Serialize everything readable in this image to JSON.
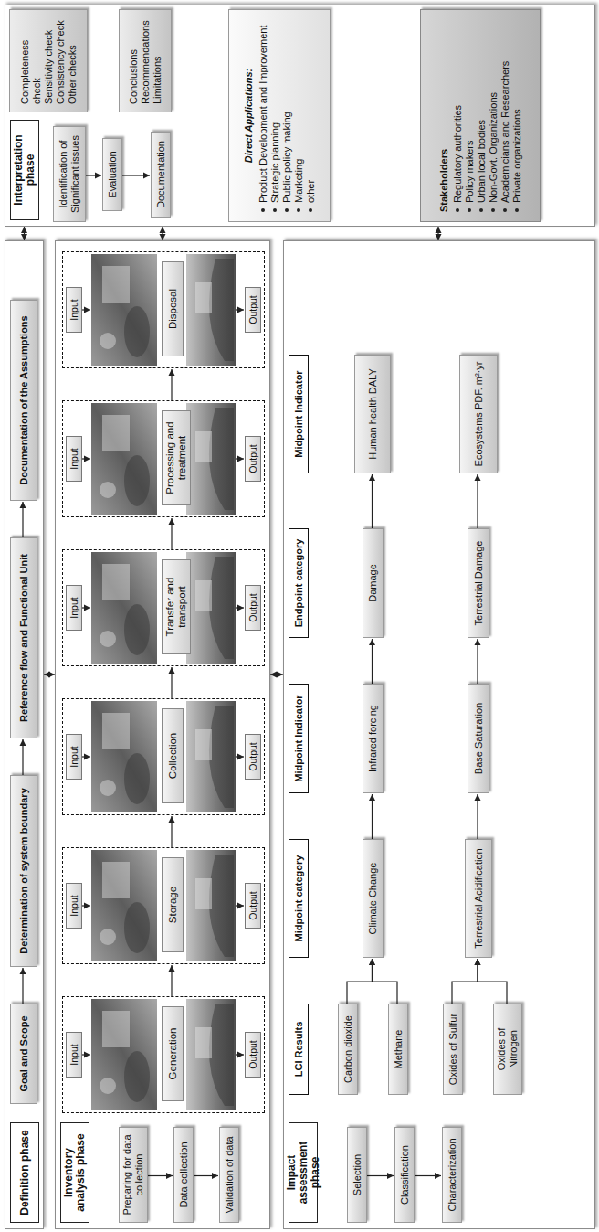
{
  "diagram": {
    "nodes": [
      {
        "text": [
          "Definition phase"
        ]
      },
      {
        "text": [
          "Goal and Scope"
        ],
        "in": 0
      },
      {
        "text": [
          "Determination of system boundary"
        ],
        "in": 0
      },
      {
        "text": [
          "Reference flow and Functional Unit"
        ],
        "in": 0
      },
      {
        "text": [
          "Documentation of the Assumptions"
        ],
        "in": 0
      },
      {
        "text": [
          "Inventory analysis phase"
        ]
      },
      {
        "text": [
          "Preparing for data collection"
        ],
        "in": 5
      },
      {
        "text": [
          "Data collection"
        ],
        "in": 5
      },
      {
        "text": [
          "Validation of data"
        ],
        "in": 5
      },
      {
        "text": [
          "Generation"
        ],
        "in": 5
      },
      {
        "text": [
          "Input"
        ],
        "in": 9
      },
      {
        "text": [
          "Output"
        ],
        "in": 9
      },
      {
        "text": [
          "Storage"
        ],
        "in": 5
      },
      {
        "text": [
          "Input"
        ],
        "in": 12
      },
      {
        "text": [
          "Output"
        ],
        "in": 12
      },
      {
        "text": [
          "Collection"
        ],
        "in": 5
      },
      {
        "text": [
          "Input"
        ],
        "in": 15
      },
      {
        "text": [
          "Output"
        ],
        "in": 15
      },
      {
        "text": [
          "Transfer and transport"
        ],
        "in": 5
      },
      {
        "text": [
          "Input"
        ],
        "in": 18
      },
      {
        "text": [
          "Output"
        ],
        "in": 18
      },
      {
        "text": [
          "Processing and treatment"
        ],
        "in": 5
      },
      {
        "text": [
          "Input"
        ],
        "in": 21
      },
      {
        "text": [
          "Output"
        ],
        "in": 21
      },
      {
        "text": [
          "Disposal"
        ],
        "in": 5
      },
      {
        "text": [
          "Input"
        ],
        "in": 24
      },
      {
        "text": [
          "Output"
        ],
        "in": 24
      },
      {
        "text": [
          "Impact assessment phase"
        ]
      },
      {
        "text": [
          "Selection"
        ],
        "in": 27
      },
      {
        "text": [
          "Classification"
        ],
        "in": 27
      },
      {
        "text": [
          "Characterization"
        ],
        "in": 27
      },
      {
        "text": [
          "LCI Results"
        ],
        "in": 27
      },
      {
        "text": [
          "Midpoint category"
        ],
        "in": 27
      },
      {
        "text": [
          "Midpoint Indicator"
        ],
        "in": 27
      },
      {
        "text": [
          "Endpoint category"
        ],
        "in": 27
      },
      {
        "text": [
          "Midpoint Indicator"
        ],
        "in": 27
      },
      {
        "text": [
          "Carbon dioxide"
        ],
        "in": 27
      },
      {
        "text": [
          "Methane"
        ],
        "in": 27
      },
      {
        "text": [
          "Oxides of Sulfur"
        ],
        "in": 27
      },
      {
        "text": [
          "Oxides of Nitrogen"
        ],
        "in": 27
      },
      {
        "text": [
          "Climate Change"
        ],
        "in": 27
      },
      {
        "text": [
          "Terrestrial Acidification"
        ],
        "in": 27
      },
      {
        "text": [
          "Infrared forcing"
        ],
        "in": 27
      },
      {
        "text": [
          "Base Saturation"
        ],
        "in": 27
      },
      {
        "text": [
          "Damage"
        ],
        "in": 27
      },
      {
        "text": [
          "Terrestrial Damage"
        ],
        "in": 27
      },
      {
        "text": [
          "Human health DALY"
        ],
        "in": 27
      },
      {
        "text": [
          "Ecosystems PDF. m²·yr"
        ],
        "in": 27
      },
      {
        "text": [
          "Interpretation phase"
        ]
      },
      {
        "text": [
          "Identification of Significant issues"
        ],
        "in": 48
      },
      {
        "text": [
          "Evaluation"
        ],
        "in": 48
      },
      {
        "text": [
          "Documentation"
        ],
        "in": 48
      },
      {
        "text": [
          "Completeness check",
          "Sensitivity check",
          "Consistency check",
          "Other checks"
        ],
        "in": 48
      },
      {
        "text": [
          "Conclusions",
          "Recommendations",
          "Limitations"
        ],
        "in": 48
      },
      {
        "text": [
          "Direct Applications:",
          "Product Development and Improvement",
          "Strategic planning",
          "Public policy making",
          "Marketing",
          "other"
        ],
        "in": 48
      },
      {
        "text": [
          "Stakeholders",
          "Regulatory authorities",
          "Policy makers",
          "Urban local bodies",
          "Non-Govt. Organizations",
          "Academicians and Researchers",
          "Private organizations"
        ],
        "in": 48
      }
    ],
    "edges": [
      {
        "from": 1,
        "to": 2,
        "arrow": "to"
      },
      {
        "from": 2,
        "to": 3,
        "arrow": "to"
      },
      {
        "from": 3,
        "to": 4,
        "arrow": "to"
      },
      {
        "from": 6,
        "to": 7,
        "arrow": "to"
      },
      {
        "from": 7,
        "to": 8,
        "arrow": "to"
      },
      {
        "from": 9,
        "to": 12,
        "arrow": "to"
      },
      {
        "from": 12,
        "to": 15,
        "arrow": "to"
      },
      {
        "from": 15,
        "to": 18,
        "arrow": "to"
      },
      {
        "from": 18,
        "to": 21,
        "arrow": "to"
      },
      {
        "from": 21,
        "to": 24,
        "arrow": "to"
      },
      {
        "from": 28,
        "to": 29,
        "arrow": "to"
      },
      {
        "from": 29,
        "to": 30,
        "arrow": "to"
      },
      {
        "from": 36,
        "to": 40,
        "arrow": "to"
      },
      {
        "from": 37,
        "to": 40,
        "arrow": "to"
      },
      {
        "from": 38,
        "to": 41,
        "arrow": "to"
      },
      {
        "from": 39,
        "to": 41,
        "arrow": "to"
      },
      {
        "from": 40,
        "to": 42,
        "arrow": "to"
      },
      {
        "from": 41,
        "to": 43,
        "arrow": "to"
      },
      {
        "from": 42,
        "to": 44,
        "arrow": "to"
      },
      {
        "from": 43,
        "to": 45,
        "arrow": "to"
      },
      {
        "from": 44,
        "to": 46,
        "arrow": "to"
      },
      {
        "from": 45,
        "to": 47,
        "arrow": "to"
      },
      {
        "from": 49,
        "to": 50,
        "arrow": "to"
      },
      {
        "from": 50,
        "to": 51,
        "arrow": "to"
      },
      {
        "from": 0,
        "to": 5,
        "arrow": "both"
      },
      {
        "from": 5,
        "to": 27,
        "arrow": "both"
      },
      {
        "from": 0,
        "to": 48,
        "arrow": "both"
      },
      {
        "from": 5,
        "to": 48,
        "arrow": "both"
      },
      {
        "from": 27,
        "to": 48,
        "arrow": "both"
      }
    ]
  }
}
